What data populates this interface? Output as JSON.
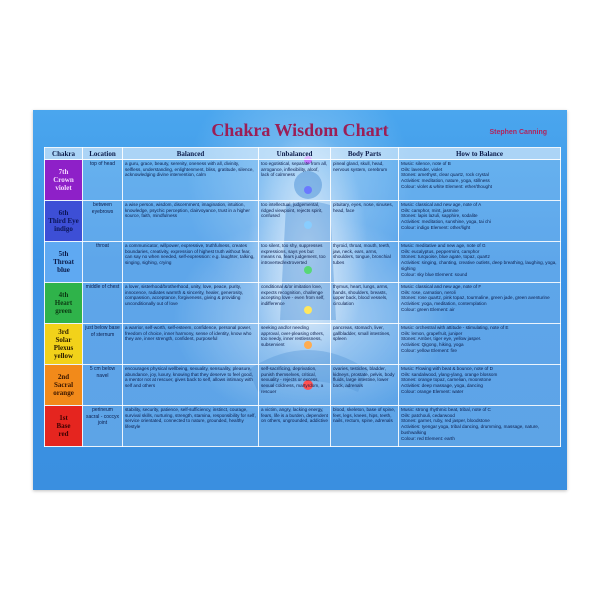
{
  "title": "Chakra Wisdom Chart",
  "author": "Stephen Canning",
  "headers": [
    "Chakra",
    "Location",
    "Balanced",
    "Unbalanced",
    "Body Parts",
    "How to Balance"
  ],
  "rows": [
    {
      "chakra": [
        "7th",
        "Crown",
        "violet"
      ],
      "color": "#8e20c8",
      "text_color": "#f6d9ff",
      "location": "top of head",
      "balanced": "a guru, grace, beauty, serenity, oneness with all, divinity, selfless, understanding, enlightenment, bliss, gratitude, silence, acknowledging divine intervention, calm",
      "unbalanced": "too egotistical, separate from all, arrogance, inflexibility, aloof, lack of calmness",
      "body": "pineal gland, skull, head, nervous system, cerebrum",
      "balance": [
        "Music: silence, note of B",
        "Oils: lavender, violet",
        "Stones: amethyst, clear quartz, rock crystal",
        "Activities: meditation, nature, yoga, stillness",
        "Colour: violet & white    Element: ether/thought"
      ]
    },
    {
      "chakra": [
        "6th",
        "Third Eye",
        "indigo"
      ],
      "color": "#3d4fd6",
      "text_color": "#0b1457",
      "location": "between eyebrows",
      "balanced": "a wise person, wisdom, discernment, imagination, intuition, knowledge, psychic perception, clairvoyance, trust in a higher source, faith, mindfulness",
      "unbalanced": "too intellectual, judgemental, ridged viewpoint, rejects spirit, confused",
      "body": "pituitary, eyes, nose, sinuses, head, face",
      "balance": [
        "Music: classical and new age, note of A",
        "Oils: camphor, mint, jasmine",
        "Stones: lapis lazuli, sapphire, sodalite",
        "Activities: meditation, sunshine, yoga, tai chi",
        "Colour: indigo            Element: other/light"
      ]
    },
    {
      "chakra": [
        "5th",
        "Throat",
        "blue"
      ],
      "color": "#5fa9f2",
      "text_color": "#0b1b4a",
      "location": "throat",
      "balanced": "a communicator, willpower, expressive, truthfulness, creates boundaries, creativity, expression of highest truth without fear, can say no when needed, self-expression: e.g. laughter, talking, singing, sighing, crying",
      "unbalanced": "too silent, too shy, suppresses expressions, says yes but means no, fears judgement, too introverted/extroverted",
      "body": "thyroid, throat, mouth, teeth, jaw, neck, ears, arms, shoulders, tongue, bronchial tubes",
      "balance": [
        "Music: meditative and new age, note of G",
        "Oils: eucalyptus, peppermint, camphor",
        "Stones: turquoise, blue agate, topaz, quartz",
        "Activities: singing, chanting, creative outlets, deep breathing, laughing, yoga, sighing",
        "Colour: sky blue         Element: sound"
      ]
    },
    {
      "chakra": [
        "4th",
        "Heart",
        "green"
      ],
      "color": "#2fb34a",
      "text_color": "#0b3a12",
      "location": "middle of chest",
      "balanced": "a lover, sisterhood/brotherhood, unity, love, peace, purity, innocence, radiates warmth & sincerity, healer, generosity, compassion, acceptance, forgiveness, giving & providing unconditionally out of love",
      "unbalanced": "conditional &/or imitation love, expects recognition, challenge accepting love - even from self, indifference",
      "body": "thymus, heart, lungs, arms, hands, shoulders, breasts, upper back, blood vessels, circulation",
      "balance": [
        "Music: classical and new age, note of F",
        "Oils: rose, carnation, neroli",
        "Stones: rose quartz, pink topaz, tourmaline, green jade, green aventurine",
        "Activities: yoga, meditation, contemplation",
        "Colour: green              Element: air"
      ]
    },
    {
      "chakra": [
        "3rd",
        "Solar",
        "Plexus",
        "yellow"
      ],
      "color": "#f2d21a",
      "text_color": "#2a1d00",
      "location": "just below base of sternum",
      "balanced": "a warrior, self-worth, self-esteem, confidence, personal power, freedom of choice, inner harmony, sense of identity, know who they are, inner strength, confident, purposeful",
      "unbalanced": "seeking and/or needing approval, over-pleasing others, too needy, inner restlessness, subservient",
      "body": "pancreas, stomach, liver, gallbladder, small intestines, spleen",
      "balance": [
        "Music: orchestral with attitude - stimulating, note of E",
        "Oils: lemon, grapefruit, juniper",
        "Stones: Amber, tiger eye, yellow jasper.",
        "Activities: Qigong, hiking, yoga",
        "Colour: yellow              Element: fire"
      ]
    },
    {
      "chakra": [
        "2nd",
        "Sacral",
        "orange"
      ],
      "color": "#f28a1a",
      "text_color": "#3a1600",
      "location": "5 cm below navel",
      "balanced": "encourages physical wellbeing, sexuality, sensuality, pleasure, abundance, joy, luxury, knowing that they deserve to feel good, a mentor not at rescuer, gives back to self, allows intimacy with self and others",
      "unbalanced": "self-sacrificing, deprivation, punish themselves, critical, sexuality - rejects or excess, sexual coldness, martyrdom, a rescuer",
      "body": "ovaries, testicles, bladder, kidneys, prostate, pelvis, body fluids, large intestine, lower back, adrenals",
      "balance": [
        "Music: Flowing with beat & bounce, note of D",
        "Oils: sandalwood, ylang-ylang, orange blossom",
        "Stones: orange topaz, carnelian, moonstone",
        "Activities: deep massage, yoga, dancing",
        "Colour: orange             Element: water"
      ]
    },
    {
      "chakra": [
        "1st",
        "Base",
        "red"
      ],
      "color": "#e5251f",
      "text_color": "#3a0000",
      "location": "perineum  sacral - coccyx joint",
      "balanced": "stability, security, patience, self-sufficiency, instinct, courage, survival skills, nurturing, strength, stamina, responsibility for self, service orientated, connected to nature, grounded, healthy lifestyle",
      "unbalanced": "a victim, angry, lacking energy, fears, life is a burden, dependent on others, ungrounded, addictive",
      "body": "blood, skeleton, base of spine, feet, legs, knees, hips, teeth, nails, rectum, spine, adrenals",
      "balance": [
        "Music: strong rhythmic beat, tribal, note of C",
        "Oils: patchouli, cedarwood",
        "Stones: garnet, ruby, red jasper, bloodstone",
        "Activities: Iyengar yoga, tribal dancing, drumming, massage, nature, bushwalking",
        "Colour: red                   Element: earth"
      ]
    }
  ]
}
